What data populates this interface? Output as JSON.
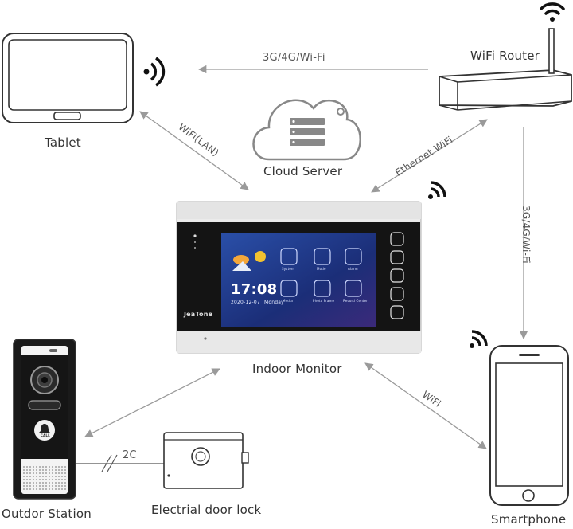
{
  "devices": {
    "tablet": "Tablet",
    "router": "WiFi Router",
    "cloud": "Cloud Server",
    "monitor": "Indoor Monitor",
    "outdoor": "Outdor Station",
    "lock": "Electrial door lock",
    "phone": "Smartphone"
  },
  "links": {
    "router_tablet": "3G/4G/Wi-Fi",
    "tablet_monitor": "WiFi(LAN)",
    "router_monitor": "Ethernet WiFi",
    "router_phone": "3G/4G/Wi-Fi",
    "monitor_phone": "WiFi",
    "outdoor_lock": "2C"
  },
  "screen": {
    "brand": "JeaTone",
    "time": "17:08",
    "date": "2020-12-07",
    "weekday": "Monday",
    "apps": [
      "System",
      "Mode",
      "Alarm",
      "Media",
      "Photo Frame",
      "Record Center"
    ]
  },
  "outdoor_panel": {
    "call_label": "CALL"
  },
  "colors": {
    "arrow": "#9a9a9a",
    "outline": "#333333",
    "screen_bg": "#1c2a6b",
    "screen_accent": "#3a7bd5"
  }
}
